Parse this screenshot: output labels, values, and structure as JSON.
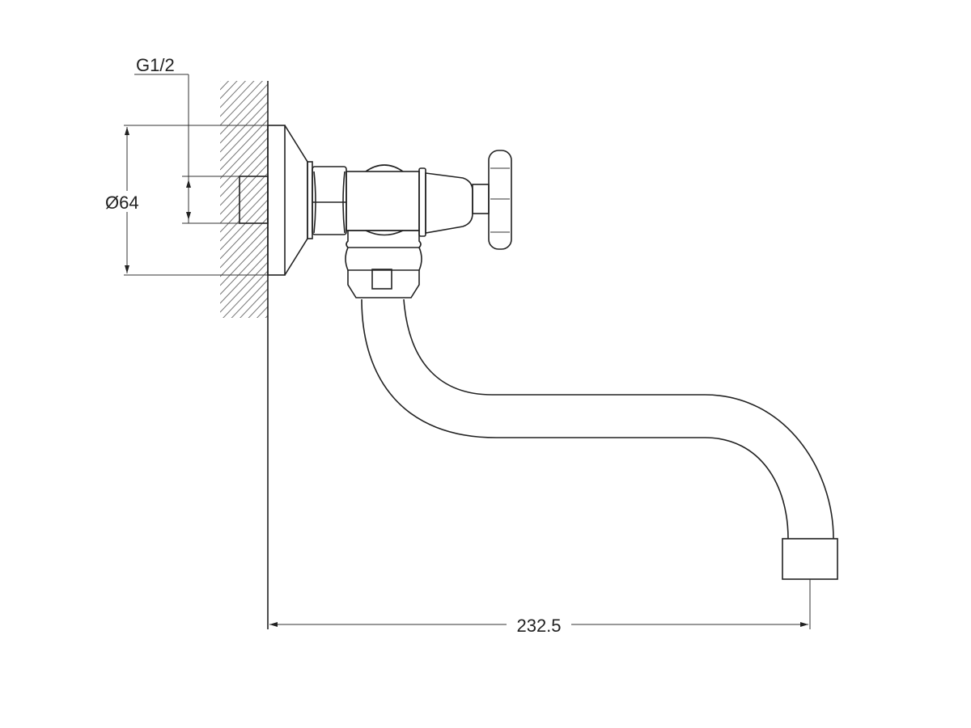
{
  "drawing": {
    "thread_label": "G1/2",
    "flange_diameter_label": "Ø64",
    "reach_label": "232.5"
  },
  "colors": {
    "line": "#222222",
    "hatch": "#777777",
    "background": "#ffffff"
  }
}
